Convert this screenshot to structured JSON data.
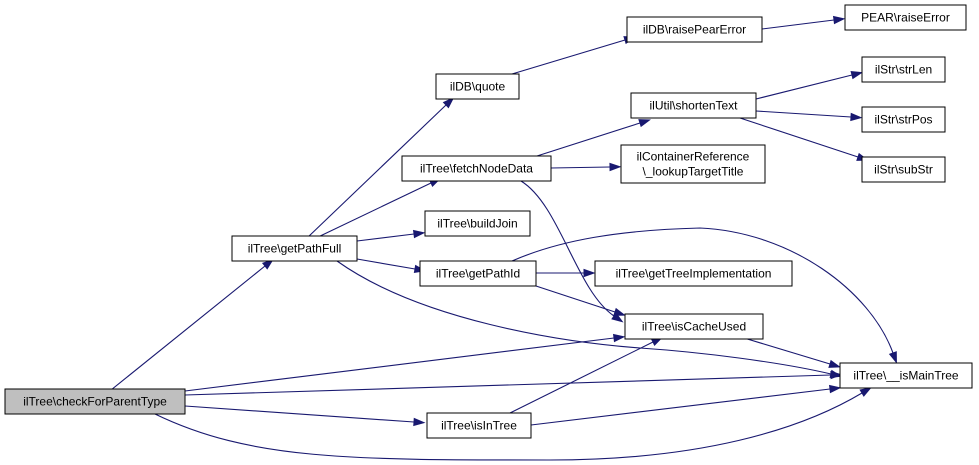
{
  "graph": {
    "nodes": {
      "checkForParentType": {
        "lines": [
          "ilTree\\checkForParentType"
        ],
        "root": true
      },
      "getPathFull": {
        "lines": [
          "ilTree\\getPathFull"
        ]
      },
      "ilDB_quote": {
        "lines": [
          "ilDB\\quote"
        ]
      },
      "ilDB_raisePearError": {
        "lines": [
          "ilDB\\raisePearError"
        ]
      },
      "PEAR_raiseError": {
        "lines": [
          "PEAR\\raiseError"
        ]
      },
      "fetchNodeData": {
        "lines": [
          "ilTree\\fetchNodeData"
        ]
      },
      "shortenText": {
        "lines": [
          "ilUtil\\shortenText"
        ]
      },
      "strLen": {
        "lines": [
          "ilStr\\strLen"
        ]
      },
      "strPos": {
        "lines": [
          "ilStr\\strPos"
        ]
      },
      "subStr": {
        "lines": [
          "ilStr\\subStr"
        ]
      },
      "lookupTargetTitle": {
        "lines": [
          "ilContainerReference",
          "\\_lookupTargetTitle"
        ]
      },
      "buildJoin": {
        "lines": [
          "ilTree\\buildJoin"
        ]
      },
      "getPathId": {
        "lines": [
          "ilTree\\getPathId"
        ]
      },
      "getTreeImplementation": {
        "lines": [
          "ilTree\\getTreeImplementation"
        ]
      },
      "isCacheUsed": {
        "lines": [
          "ilTree\\isCacheUsed"
        ]
      },
      "isMainTree": {
        "lines": [
          "ilTree\\__isMainTree"
        ]
      },
      "isInTree": {
        "lines": [
          "ilTree\\isInTree"
        ]
      }
    },
    "edges": [
      {
        "from": "checkForParentType",
        "to": "getPathFull"
      },
      {
        "from": "checkForParentType",
        "to": "isCacheUsed"
      },
      {
        "from": "checkForParentType",
        "to": "isMainTree"
      },
      {
        "from": "checkForParentType",
        "to": "isInTree"
      },
      {
        "from": "checkForParentType",
        "to": "isMainTree"
      },
      {
        "from": "getPathFull",
        "to": "ilDB_quote"
      },
      {
        "from": "getPathFull",
        "to": "fetchNodeData"
      },
      {
        "from": "getPathFull",
        "to": "buildJoin"
      },
      {
        "from": "getPathFull",
        "to": "getPathId"
      },
      {
        "from": "getPathFull",
        "to": "isMainTree"
      },
      {
        "from": "ilDB_quote",
        "to": "ilDB_raisePearError"
      },
      {
        "from": "ilDB_raisePearError",
        "to": "PEAR_raiseError"
      },
      {
        "from": "fetchNodeData",
        "to": "shortenText"
      },
      {
        "from": "fetchNodeData",
        "to": "lookupTargetTitle"
      },
      {
        "from": "fetchNodeData",
        "to": "isCacheUsed"
      },
      {
        "from": "shortenText",
        "to": "strLen"
      },
      {
        "from": "shortenText",
        "to": "strPos"
      },
      {
        "from": "shortenText",
        "to": "subStr"
      },
      {
        "from": "getPathId",
        "to": "getTreeImplementation"
      },
      {
        "from": "getPathId",
        "to": "isCacheUsed"
      },
      {
        "from": "getPathId",
        "to": "isMainTree"
      },
      {
        "from": "isCacheUsed",
        "to": "isMainTree"
      },
      {
        "from": "isInTree",
        "to": "isCacheUsed"
      },
      {
        "from": "isInTree",
        "to": "isMainTree"
      }
    ]
  }
}
